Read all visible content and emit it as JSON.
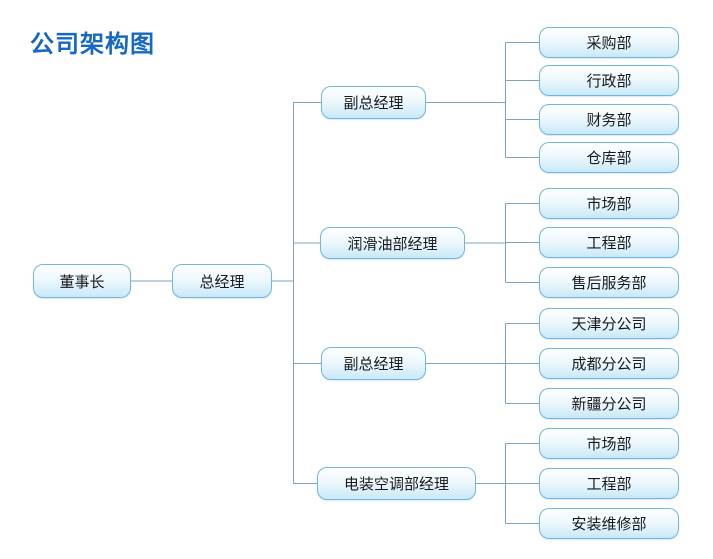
{
  "title": "公司架构图",
  "colors": {
    "title_color": "#1668c4",
    "connector_color": "#7da3c4",
    "node_border": "#75b6db",
    "node_fill_top": "#feffff",
    "node_fill_bottom": "#c8e9f8"
  },
  "nodes": {
    "chairman": {
      "label": "董事长"
    },
    "general_manager": {
      "label": "总经理"
    },
    "managers": [
      {
        "label": "副总经理",
        "children": [
          "采购部",
          "行政部",
          "财务部",
          "仓库部"
        ]
      },
      {
        "label": "润滑油部经理",
        "children": [
          "市场部",
          "工程部",
          "售后服务部"
        ]
      },
      {
        "label": "副总经理",
        "children": [
          "天津分公司",
          "成都分公司",
          "新疆分公司"
        ]
      },
      {
        "label": "电装空调部经理",
        "children": [
          "市场部",
          "工程部",
          "安装维修部"
        ]
      }
    ]
  }
}
